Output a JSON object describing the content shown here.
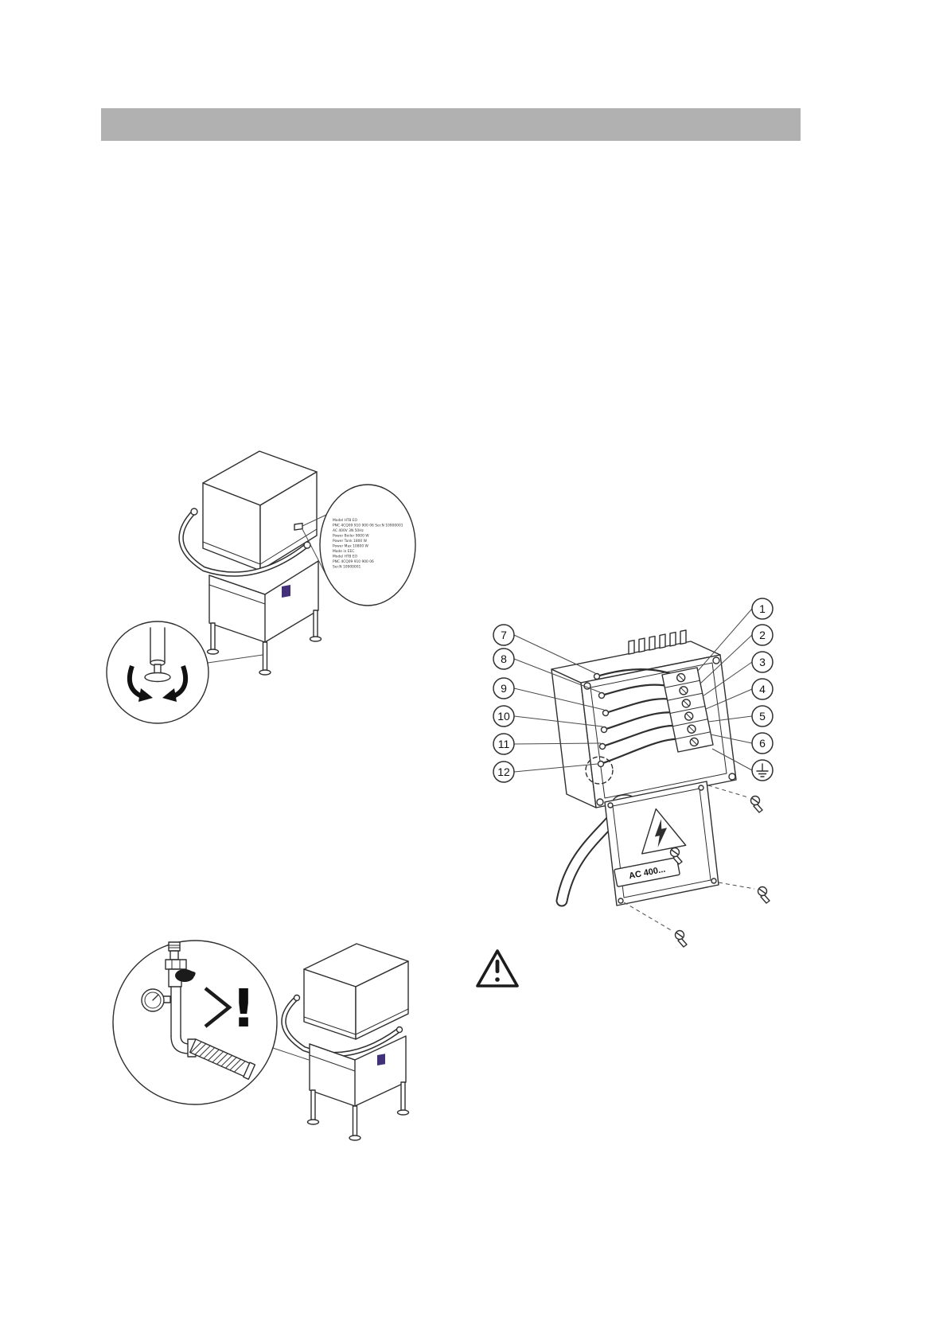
{
  "colors": {
    "header_bar_gray": "#b1b1b1",
    "line_art": "#2f2f2f",
    "brand_logo_purple": "#43307a"
  },
  "icons": {
    "warning_triangle": "⚠",
    "electric_hazard_lightning": "⚡",
    "earth_ground": "⏚",
    "rotation_arrows": "↶↷",
    "exclamation": "!"
  },
  "figures": {
    "rating_plate_figure": {
      "plate_lines": [
        "Model HT8 EO",
        "PNC 4CQ09 910 900 06   Ser.N 10900001",
        "AC 400V 3N 50Hz",
        "Power Boiler        9000 W",
        "Power Tank          1800 W",
        "Power Max          10800 W",
        "Made in EEC",
        "Model HT8 EO",
        "PNC 4CQ09 910 900 06",
        "Ser.N 10900001"
      ]
    },
    "terminal_box_figure": {
      "callouts_left": [
        "7",
        "8",
        "9",
        "10",
        "11",
        "12"
      ],
      "callouts_right": [
        "1",
        "2",
        "3",
        "4",
        "5",
        "6"
      ],
      "cover_label": "AC 400..."
    },
    "water_inlet_figure": {
      "exclamation": "!"
    }
  }
}
